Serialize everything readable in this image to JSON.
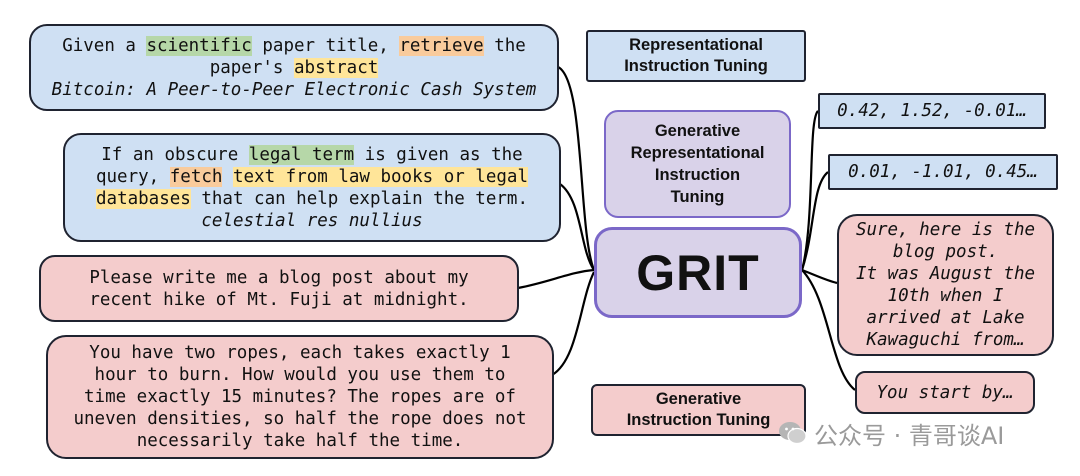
{
  "boxes": {
    "scientific": {
      "pre": "Given a ",
      "hl1": "scientific",
      "mid1": " paper title, ",
      "hl2": "retrieve",
      "mid2": " the",
      "l2_pre": "paper's ",
      "hl3": "abstract",
      "example": "Bitcoin: A Peer-to-Peer Electronic Cash System"
    },
    "legal": {
      "l1_pre": "If an obscure ",
      "hl1": "legal term",
      "l1_post": " is given as the",
      "l2_pre": "query, ",
      "hl2": "fetch",
      "l2_mid": " ",
      "hl3": "text from law books or legal",
      "hl4": "databases",
      "l3_post": " that can help explain the term.",
      "example": "celestial res nullius"
    },
    "blog_request": {
      "l1": "Please write me a blog post about my",
      "l2": "recent hike of Mt. Fuji at midnight."
    },
    "ropes": {
      "l1": "You have two ropes, each takes exactly 1",
      "l2": "hour to burn. How would you use them to",
      "l3": "time exactly 15 minutes? The ropes are of",
      "l4": "uneven densities, so half the rope does not",
      "l5": "necessarily take half the time."
    },
    "rep_tuning": {
      "l1": "Representational",
      "l2": "Instruction Tuning"
    },
    "grit_tuning": {
      "l1": "Generative",
      "l2": "Representational",
      "l3": "Instruction",
      "l4": "Tuning"
    },
    "gen_tuning": {
      "l1": "Generative",
      "l2": "Instruction Tuning"
    },
    "grit": {
      "label": "GRIT"
    },
    "embedding1": {
      "text": "0.42, 1.52, -0.01…"
    },
    "embedding2": {
      "text": "0.01, -1.01, 0.45…"
    },
    "blog_output": {
      "l1": "Sure, here is the",
      "l2": "blog post.",
      "l3": "It was August the",
      "l4": "10th when I",
      "l5": "arrived at Lake",
      "l6": "Kawaguchi from…"
    },
    "ropes_output": {
      "text": "You start by…"
    }
  },
  "watermark": {
    "text": "公众号 · 青哥谈AI"
  },
  "colors": {
    "blue_box": "#cfe0f3",
    "pink_box": "#f4cccc",
    "purple_box": "#d9d2e9",
    "purple_border": "#7b68c8",
    "highlight_green": "#b6d7a8",
    "highlight_orange": "#f9cb9c",
    "highlight_yellow": "#ffe599"
  }
}
